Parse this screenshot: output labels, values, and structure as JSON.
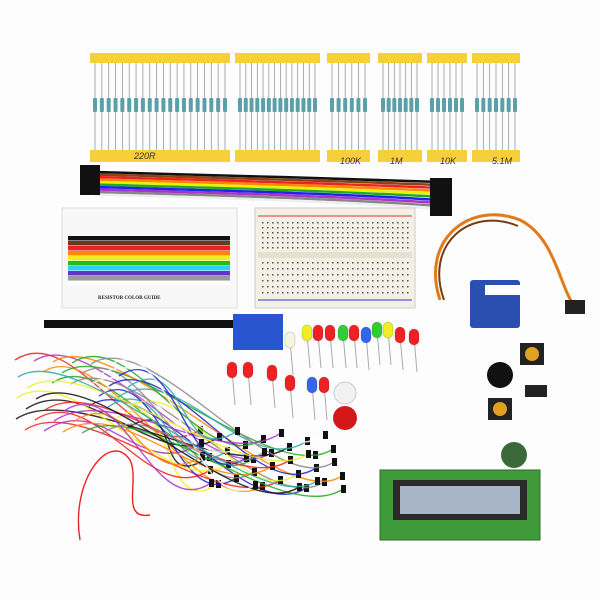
{
  "resistor_labels": [
    "220R",
    "100K",
    "1M",
    "10K",
    "5.1M"
  ],
  "color_guide_title": "RESISTOR COLOR GUIDE",
  "colors": {
    "tape": "#f6cf3a",
    "breadboard": "#f4f0e6",
    "servo": "#2a4fb0",
    "lcd": "#3f9a3a"
  }
}
